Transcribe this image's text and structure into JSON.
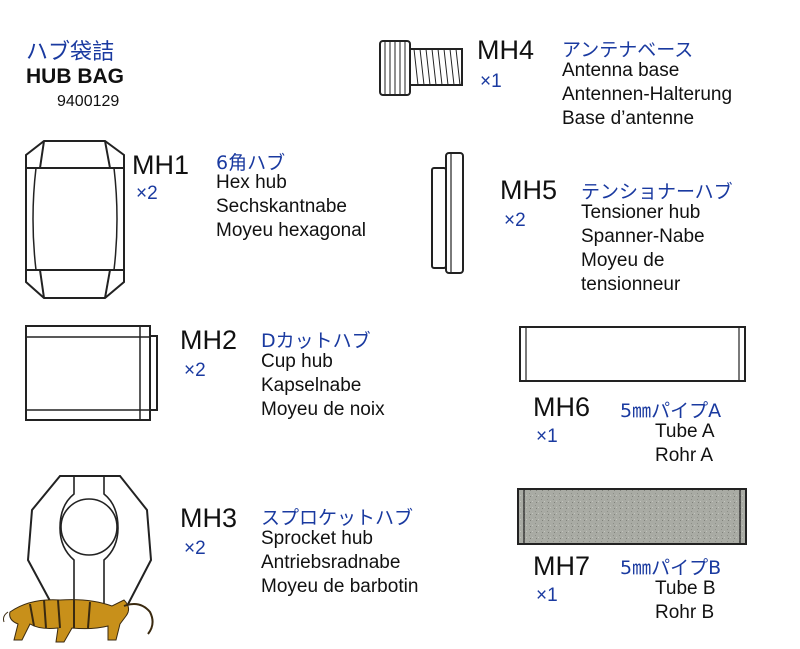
{
  "header": {
    "title_jp": "ハブ袋詰",
    "title_en": "HUB BAG",
    "part_no": "9400129"
  },
  "parts": [
    {
      "code": "MH1",
      "qty": "×2",
      "name_jp": "6角ハブ",
      "names": [
        "Hex hub",
        "Sechskantnabe",
        "Moyeu hexagonal"
      ],
      "icon": "hex-hub-icon"
    },
    {
      "code": "MH2",
      "qty": "×2",
      "name_jp": "Dカットハブ",
      "names": [
        "Cup hub",
        "Kapselnabe",
        "Moyeu de noix"
      ],
      "icon": "cup-hub-icon"
    },
    {
      "code": "MH3",
      "qty": "×2",
      "name_jp": "スプロケットハブ",
      "names": [
        "Sprocket hub",
        "Antriebsradnabe",
        "Moyeu de barbotin"
      ],
      "icon": "sprocket-hub-icon"
    },
    {
      "code": "MH4",
      "qty": "×1",
      "name_jp": "アンテナベース",
      "names": [
        "Antenna base",
        "Antennen-Halterung",
        "Base d’antenne"
      ],
      "icon": "antenna-base-icon"
    },
    {
      "code": "MH5",
      "qty": "×2",
      "name_jp": "テンショナーハブ",
      "names": [
        "Tensioner hub",
        "Spanner-Nabe",
        "Moyeu de",
        "tensionneur"
      ],
      "icon": "tensioner-hub-icon"
    },
    {
      "code": "MH6",
      "qty": "×1",
      "name_jp": "5㎜パイプA",
      "names": [
        "Tube A",
        "Rohr A"
      ],
      "icon": "tube-a-icon"
    },
    {
      "code": "MH7",
      "qty": "×1",
      "name_jp": "5㎜パイプB",
      "names": [
        "Tube B",
        "Rohr B"
      ],
      "icon": "tube-b-icon"
    }
  ],
  "colors": {
    "accent": "#1a3aa0",
    "logo": "#c8901a"
  },
  "logo": "tiger-logo-icon"
}
